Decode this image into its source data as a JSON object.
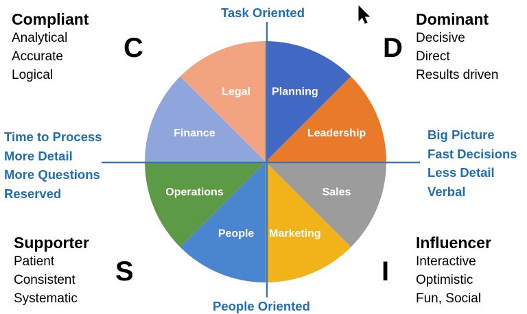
{
  "axes": {
    "top": "Task Oriented",
    "bottom": "People Oriented"
  },
  "left_list": [
    "Time to Process",
    "More Detail",
    "More Questions",
    "Reserved"
  ],
  "right_list": [
    "Big Picture",
    "Fast Decisions",
    "Less Detail",
    "Verbal"
  ],
  "quadrants": {
    "c": {
      "title": "Compliant",
      "letter": "C",
      "traits": [
        "Analytical",
        "Accurate",
        "Logical"
      ]
    },
    "d": {
      "title": "Dominant",
      "letter": "D",
      "traits": [
        "Decisive",
        "Direct",
        "Results driven"
      ]
    },
    "s": {
      "title": "Supporter",
      "letter": "S",
      "traits": [
        "Patient",
        "Consistent",
        "Systematic"
      ]
    },
    "i": {
      "title": "Influencer",
      "letter": "I",
      "traits": [
        "Interactive",
        "Optimistic",
        "Fun, Social"
      ]
    }
  },
  "pie": {
    "slices": [
      {
        "label": "Planning",
        "color": "#4169c4"
      },
      {
        "label": "Leadership",
        "color": "#e87a2a"
      },
      {
        "label": "Sales",
        "color": "#9c9c9c"
      },
      {
        "label": "Marketing",
        "color": "#f2b21a"
      },
      {
        "label": "People",
        "color": "#4a86cf"
      },
      {
        "label": "Operations",
        "color": "#5d9a45"
      },
      {
        "label": "Finance",
        "color": "#8ea6dc"
      },
      {
        "label": "Legal",
        "color": "#f2a380"
      }
    ]
  },
  "cursor_icon": "mouse-pointer-icon",
  "colors": {
    "axis_text": "#1f6fb2",
    "axis_line": "#3f74b5"
  }
}
